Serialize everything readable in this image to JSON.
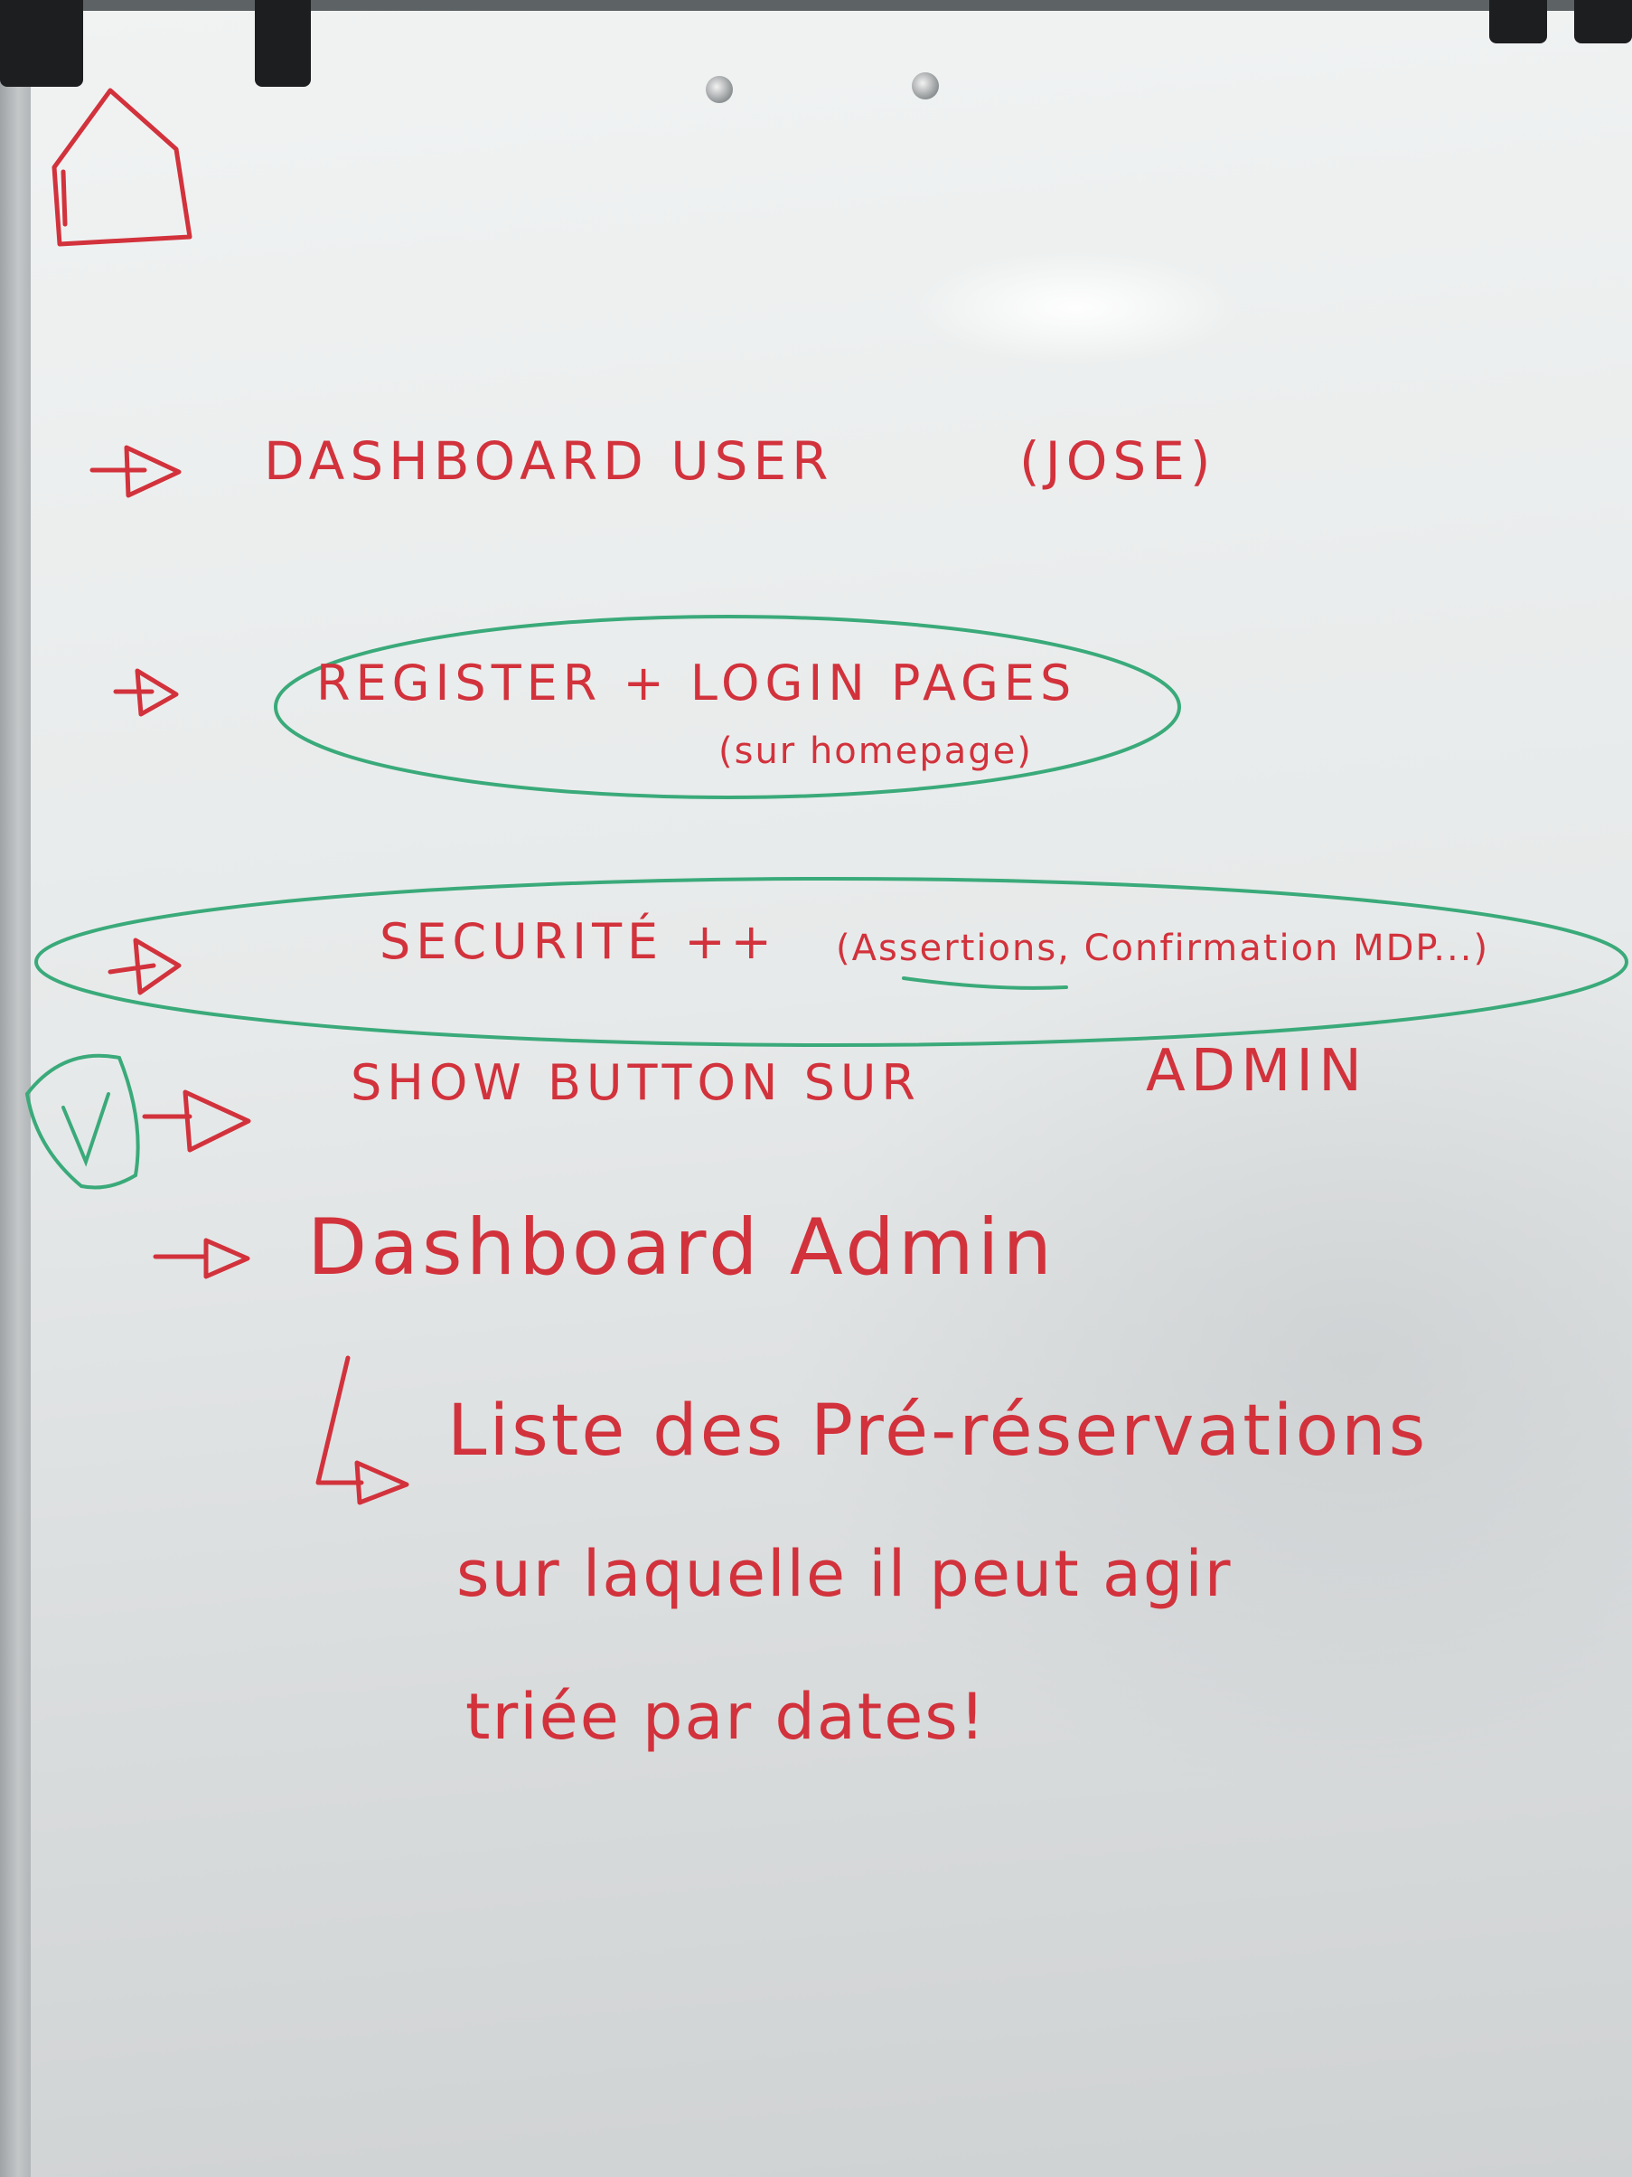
{
  "board": {
    "lines": [
      {
        "key": "dashboard_user",
        "text": "DASHBOARD USER",
        "note": "(JOSE)"
      },
      {
        "key": "register_login",
        "text": "REGISTER + LOGIN PAGES",
        "note": "(sur homepage)"
      },
      {
        "key": "securite",
        "text": "SECURITÉ ++",
        "note_open": "(",
        "note_underlined": "Assertions",
        "note_rest": ", Confirmation MDP...)"
      },
      {
        "key": "show_button",
        "text": "SHOW BUTTON SUR",
        "note": "ADMIN"
      },
      {
        "key": "dashboard_admin",
        "text": "Dashboard Admin"
      },
      {
        "key": "liste",
        "text": "Liste des Pré-réservations"
      },
      {
        "key": "liste2",
        "text": "sur laquelle il peut agir"
      },
      {
        "key": "liste3",
        "text": "triée par dates!"
      }
    ]
  },
  "colors": {
    "red_marker": "#d2323c",
    "green_marker": "#3aaa7a",
    "board": "#e9ecec"
  },
  "icons": [
    "house-icon",
    "arrow-icon",
    "checkmark-icon",
    "sub-arrow-icon"
  ]
}
